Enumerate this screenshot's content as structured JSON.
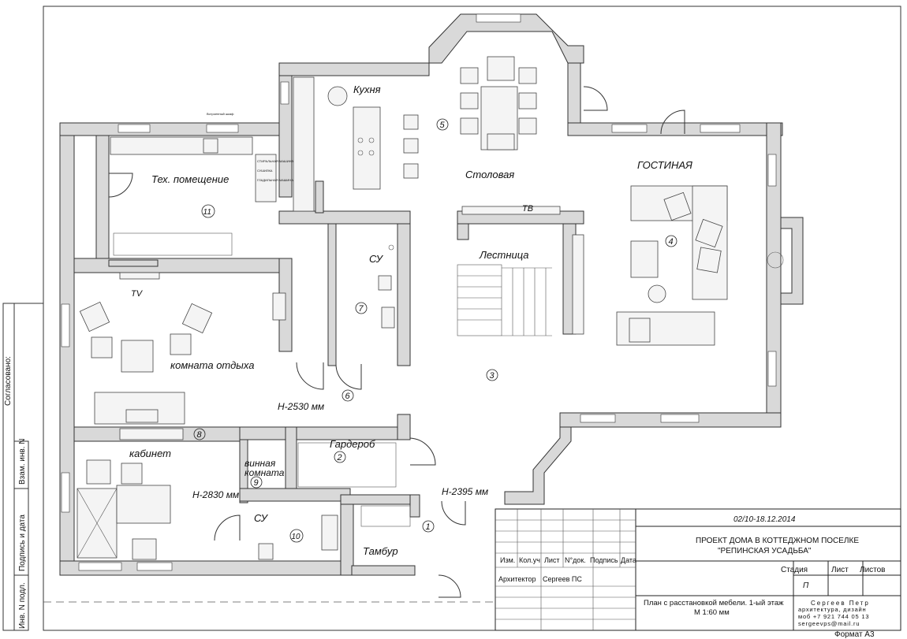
{
  "rooms": {
    "kitchen": "Кухня",
    "dining": "Столовая",
    "living": "ГОСТИНАЯ",
    "tech": "Тех. помещение",
    "su_top": "СУ",
    "stairs": "Лестница",
    "tv_top": "ТВ",
    "rest_tv": "TV",
    "rest": "комната отдыха",
    "cabinet": "кабинет",
    "wardrobe": "Гардероб",
    "wine": "винная\nкомната",
    "wine_line1": "винная",
    "wine_line2": "комната",
    "su_bottom": "СУ",
    "tambur": "Тамбур"
  },
  "numbers": [
    "1",
    "2",
    "3",
    "4",
    "5",
    "6",
    "7",
    "8",
    "9",
    "10",
    "11"
  ],
  "heights": {
    "h2530": "Н-2530 мм",
    "h2830": "Н-2830 мм",
    "h2395": "Н-2395 мм"
  },
  "side_labels": {
    "agreed": "Согласовано:",
    "inv_replace": "Взам. инв. N",
    "sign_date": "Подпись и дата",
    "inv_orig": "Инв. N подл."
  },
  "title_block": {
    "dates": "02/10-18.12.2014",
    "project_line1": "ПРОЕКТ ДОМА В КОТТЕДЖНОМ ПОСЕЛКЕ",
    "project_line2": "\"РЕПИНСКАЯ УСАДЬБА\"",
    "col_headers": [
      "Изм.",
      "Кол.уч",
      "Лист",
      "N°док.",
      "Подпись",
      "Дата"
    ],
    "architect_role": "Архитектор",
    "architect_name": "Сергеев ПС",
    "stage_label": "Стадия",
    "sheet_label": "Лист",
    "sheets_label": "Листов",
    "stage_value": "П",
    "plan_title_line1": "План с расстановкой мебели. 1-ый этаж",
    "plan_title_line2": "М 1:60 мм",
    "studio_line1": "Сергеев Петр",
    "studio_line2": "архитектура, дизайн",
    "studio_line3": "моб +7 921 744 05 13",
    "studio_line4": "sergeevps@mail.ru",
    "format": "Формат А3"
  },
  "small_notes": {
    "fridge": "Встроенный шкаф",
    "washer": "СТИРАЛЬНАЯ МАШИНА",
    "dryer": "СУШИЛКА",
    "machine": "ГЛАДИЛЬНАЯ МАШИНА"
  }
}
